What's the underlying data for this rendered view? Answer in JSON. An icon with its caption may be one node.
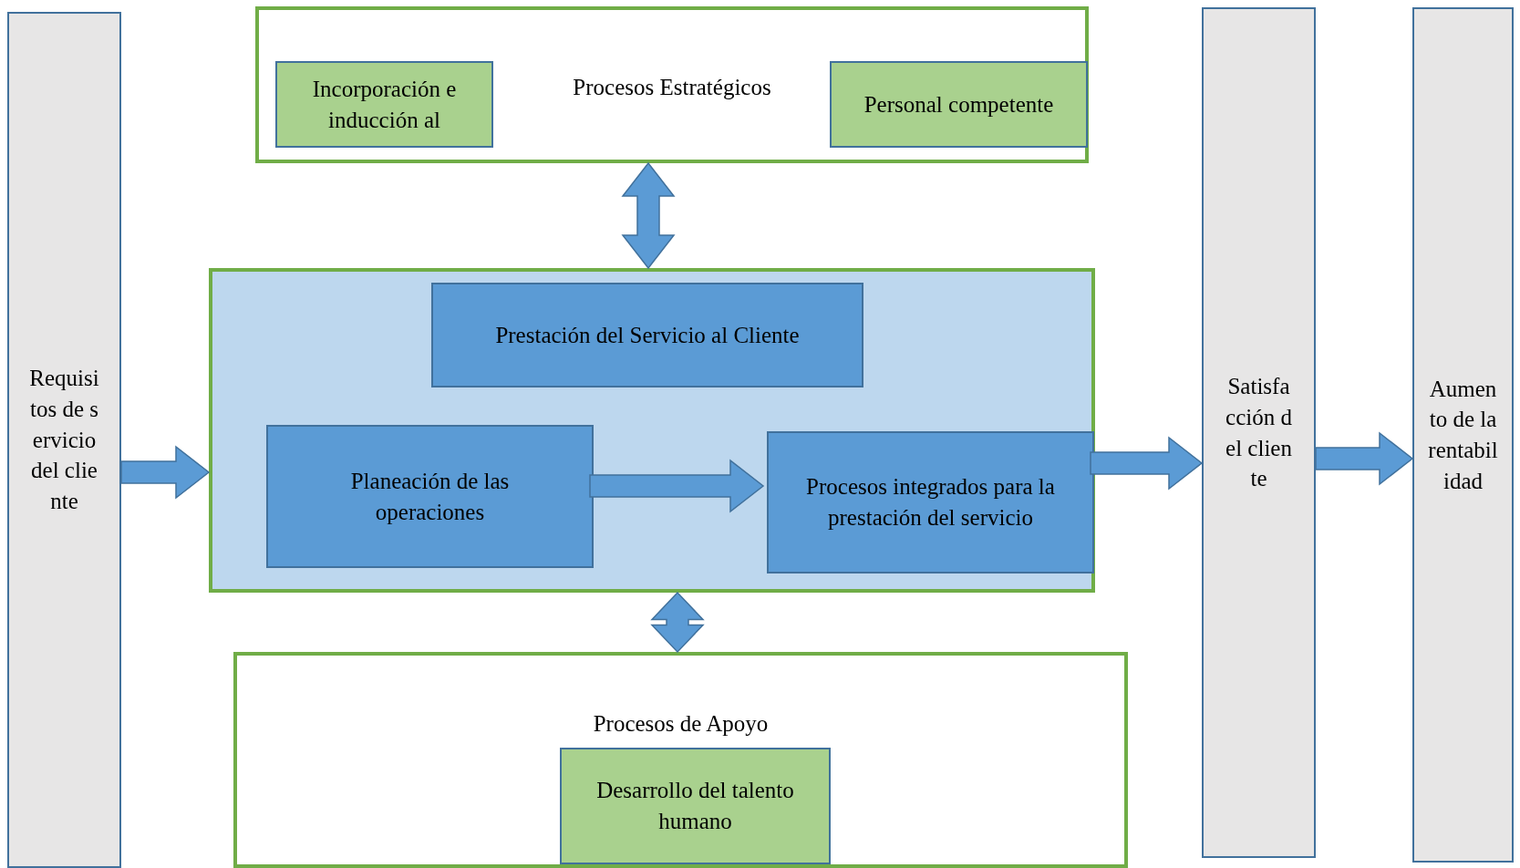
{
  "diagram": {
    "nodes": [
      {
        "text": [
          "Requisitos de servicio del cliente"
        ]
      },
      {
        "text": [
          "Procesos Estratégicos"
        ]
      },
      {
        "text": [
          "Incorporación e inducción al"
        ],
        "in": 1
      },
      {
        "text": [
          "Personal competente"
        ],
        "in": 1
      },
      {
        "text": [],
        "shape": "box"
      },
      {
        "text": [
          "Prestación del Servicio al Cliente"
        ],
        "in": 4
      },
      {
        "text": [
          "Planeación de las operaciones"
        ],
        "in": 4
      },
      {
        "text": [
          "Procesos integrados para la prestación del servicio"
        ],
        "in": 4
      },
      {
        "text": [
          "Procesos de Apoyo"
        ]
      },
      {
        "text": [
          "Desarrollo del talento humano"
        ],
        "in": 8
      },
      {
        "text": [
          "Satisfacción del cliente"
        ]
      },
      {
        "text": [
          "Aumento de la rentabilidad"
        ]
      }
    ],
    "edges": [
      {
        "from": 0,
        "to": 4,
        "arrow": "to"
      },
      {
        "from": 1,
        "to": 4,
        "arrow": "both"
      },
      {
        "from": 4,
        "to": 8,
        "arrow": "both"
      },
      {
        "from": 6,
        "to": 7,
        "arrow": "to"
      },
      {
        "from": 7,
        "to": 10,
        "arrow": "to"
      },
      {
        "from": 10,
        "to": 11,
        "arrow": "to"
      }
    ]
  }
}
